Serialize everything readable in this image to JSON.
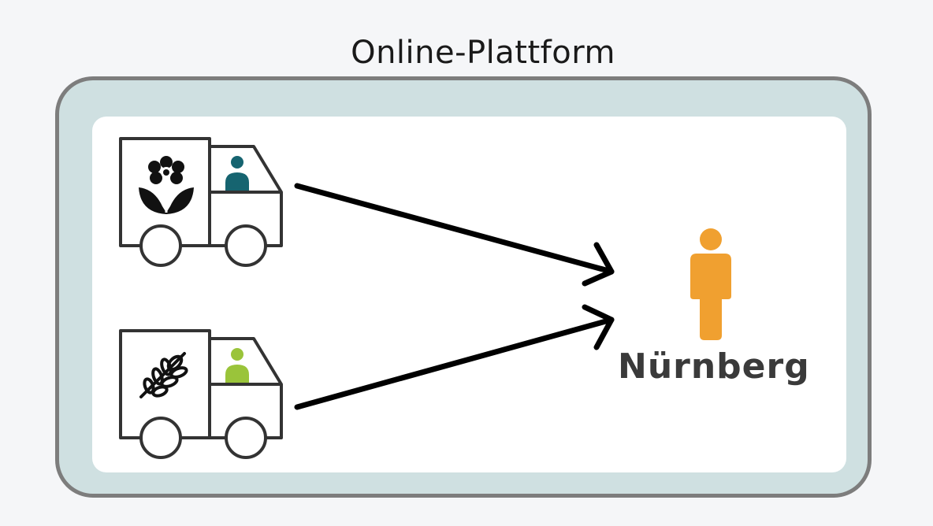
{
  "title": "Online-Plattform",
  "destination": {
    "label": "Nürnberg",
    "icon": "person-icon",
    "color": "#f0a030"
  },
  "vendors": [
    {
      "name": "flower-vendor",
      "icon": "flower-icon",
      "driver_color": "#166470"
    },
    {
      "name": "grain-vendor",
      "icon": "wheat-icon",
      "driver_color": "#9ac43a"
    }
  ],
  "colors": {
    "frame_border": "#7d7d7d",
    "frame_fill": "#cfe0e1",
    "inner": "#ffffff",
    "stroke": "#333333"
  }
}
